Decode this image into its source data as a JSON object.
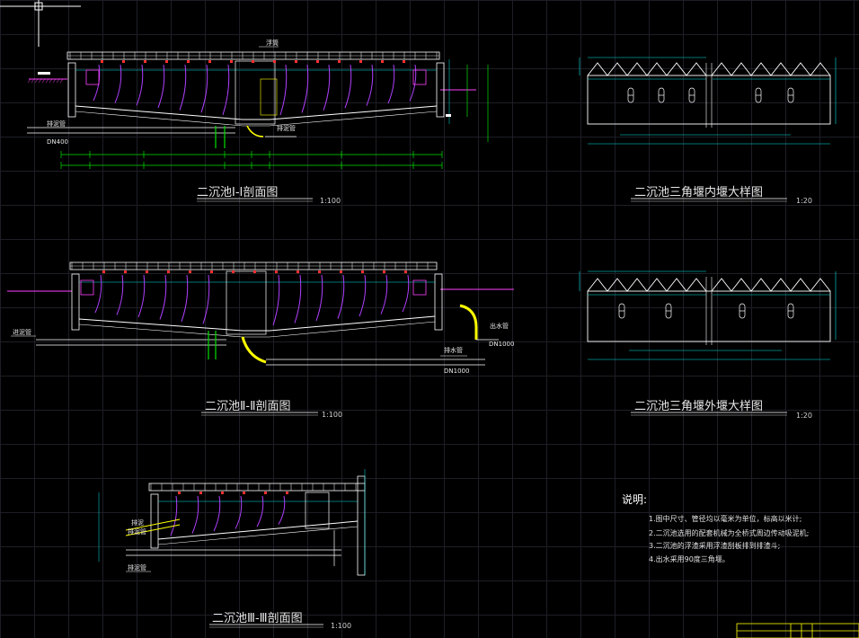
{
  "drawings": {
    "section1": {
      "title": "二沉池Ⅰ-Ⅰ剖面图",
      "scale": "1:100",
      "labels": {
        "pipe_top": "浮筒",
        "drain": "排泥管",
        "dn": "DN400",
        "sludge": "排泥管"
      }
    },
    "section2": {
      "title": "二沉池Ⅱ-Ⅱ剖面图",
      "scale": "1:100",
      "labels": {
        "inlet": "进泥管",
        "outlet": "出水管",
        "dn_right": "DN1000",
        "drain": "排水管",
        "dn_bottom": "DN1000"
      }
    },
    "section3": {
      "title": "二沉池Ⅲ-Ⅲ剖面图",
      "scale": "1:100",
      "labels": {
        "upper1": "排泥",
        "upper2": "排泥管",
        "bottom": "排泥管"
      }
    },
    "weir_inner": {
      "title": "二沉池三角堰内堰大样图",
      "scale": "1:20"
    },
    "weir_outer": {
      "title": "二沉池三角堰外堰大样图",
      "scale": "1:20"
    }
  },
  "notes": {
    "heading": "说明:",
    "items": [
      "1.图中尺寸、管径均以毫米为单位，标高以米计;",
      "2.二沉池选用的配套机械为全桥式周边传动吸泥机;",
      "3.二沉池的浮渣采用浮渣刮板排到排渣斗;",
      "4.出水采用90度三角堰。"
    ]
  },
  "colors": {
    "structure": "#ffffff",
    "water": "#b040ff",
    "dimension": "#00e000",
    "cyan": "#00e5e5",
    "yellow": "#ffff00",
    "red": "#ff3030",
    "magenta": "#ff40ff",
    "grid": "#1d1f26"
  }
}
